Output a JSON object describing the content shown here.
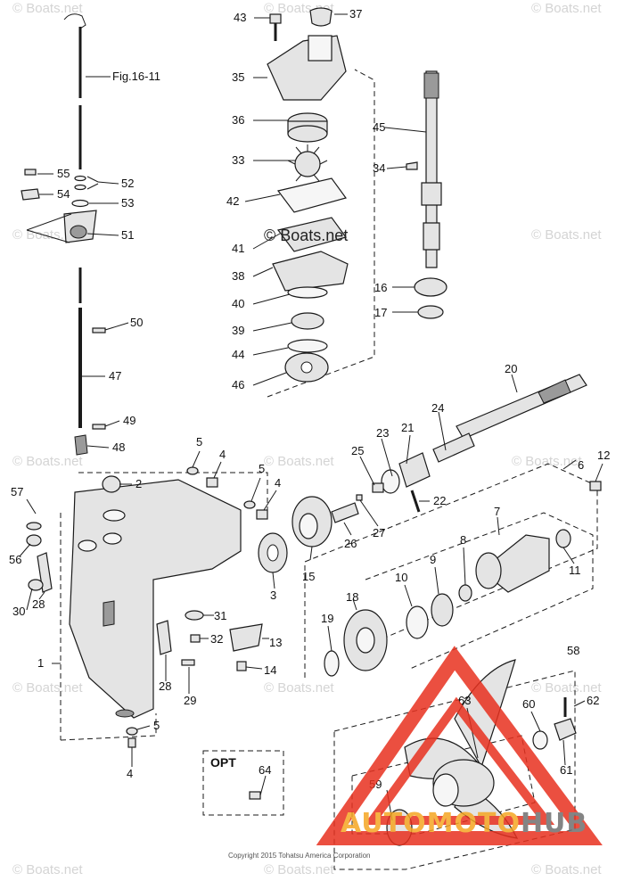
{
  "watermarks": [
    "© Boats.net",
    "© Boats.net",
    "© Boats.net",
    "© Boats.net",
    "© Boats.net",
    "© Boats.net",
    "© Boats.net",
    "© Boats.net",
    "© Boats.net",
    "© Boats.net",
    "© Boats.net",
    "© Boats.net",
    "© Boats.net",
    "© Boats.net"
  ],
  "center_watermark": "© Boats.net",
  "figure_reference": "Fig.16-11",
  "part_numbers": [
    "1",
    "2",
    "3",
    "4",
    "4",
    "4",
    "5",
    "5",
    "5",
    "6",
    "7",
    "8",
    "9",
    "10",
    "11",
    "12",
    "13",
    "14",
    "15",
    "16",
    "17",
    "18",
    "19",
    "20",
    "21",
    "22",
    "23",
    "24",
    "25",
    "26",
    "27",
    "28",
    "28",
    "29",
    "30",
    "31",
    "32",
    "33",
    "34",
    "35",
    "36",
    "37",
    "38",
    "39",
    "40",
    "41",
    "42",
    "43",
    "44",
    "45",
    "46",
    "47",
    "48",
    "49",
    "50",
    "51",
    "52",
    "53",
    "54",
    "55",
    "56",
    "57",
    "58",
    "59",
    "60",
    "61",
    "62",
    "63",
    "64"
  ],
  "optional_box_label": "OPT",
  "copyright": "Copyright 2015 Tohatsu America Corporation",
  "logo": {
    "text_part1": "AUTO",
    "text_part2": "MOTO",
    "text_part3": "HUB",
    "color_red": "#e8311f",
    "color_orange": "#f5a623",
    "color_gray": "#6f6f6f"
  }
}
